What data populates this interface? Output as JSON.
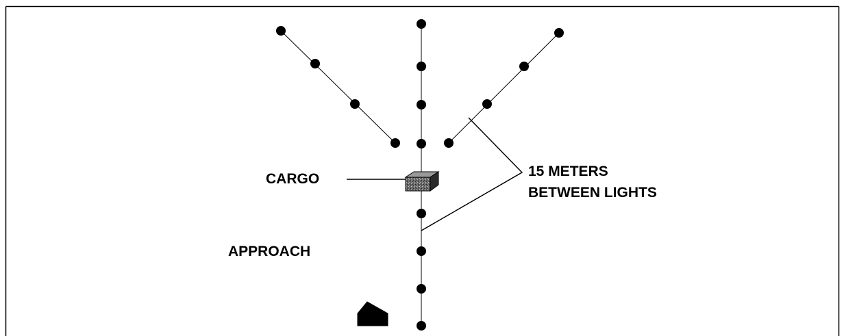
{
  "labels": {
    "cargo": "CARGO",
    "approach": "APPROACH",
    "distance_line1": "15 METERS",
    "distance_line2": "BETWEEN LIGHTS"
  },
  "colors": {
    "ink": "#000000",
    "cargo_fill": "#555555",
    "background": "#ffffff"
  },
  "legs": {
    "center": {
      "light_count": 9
    },
    "left_diagonal": {
      "light_count": 4
    },
    "right_diagonal": {
      "light_count": 4
    }
  },
  "light_spacing_m": 15,
  "icons": [
    "light-dot-icon",
    "cargo-box-icon",
    "approach-arrow-icon"
  ]
}
